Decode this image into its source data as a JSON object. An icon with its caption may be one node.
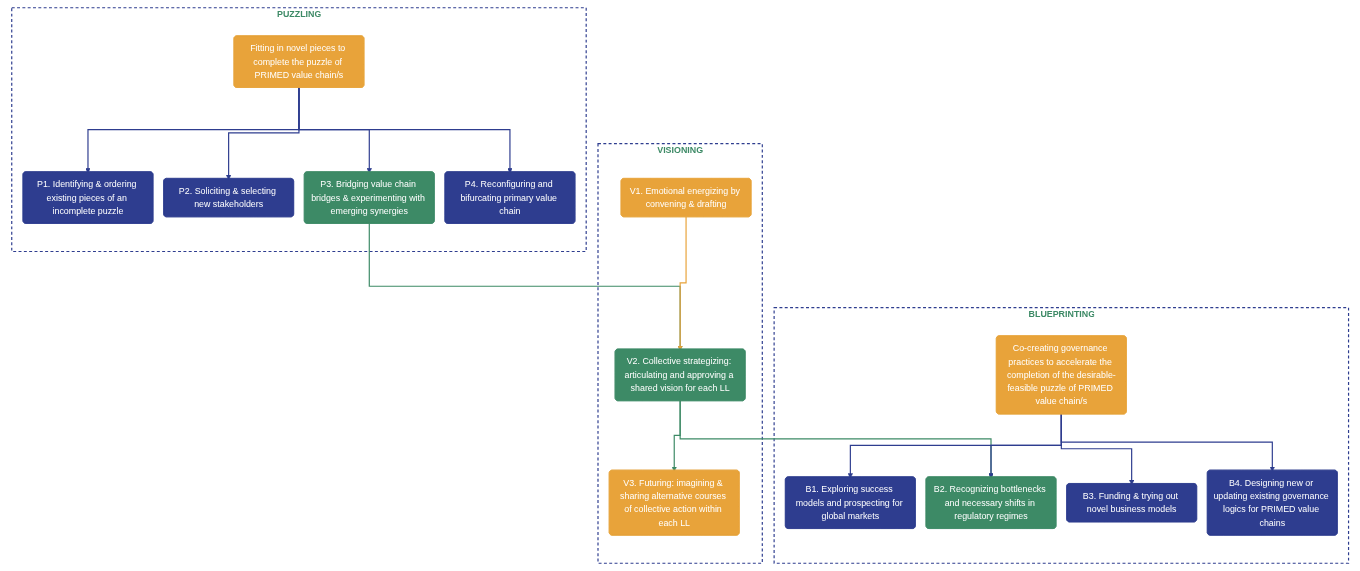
{
  "diagram": {
    "nodes": [
      {
        "text": [
          "PUZZLING"
        ]
      },
      {
        "text": [
          "Fitting in novel pieces to complete the puzzle of PRIMED value chain/s"
        ],
        "in": 0
      },
      {
        "text": [
          "P1. Identifying & ordering existing pieces of an incomplete puzzle"
        ],
        "in": 0
      },
      {
        "text": [
          "P2. Soliciting & selecting new stakeholders"
        ],
        "in": 0
      },
      {
        "text": [
          "P3. Bridging value chain bridges & experimenting with emerging synergies"
        ],
        "in": 0
      },
      {
        "text": [
          "P4. Reconfiguring and bifurcating primary value chain"
        ],
        "in": 0
      },
      {
        "text": [
          "VISIONING"
        ]
      },
      {
        "text": [
          "V1. Emotional energizing by convening & drafting"
        ],
        "in": 6
      },
      {
        "text": [
          "V2. Collective strategizing: articulating and approving a shared vision for each LL"
        ],
        "in": 6
      },
      {
        "text": [
          "V3. Futuring: imagining & sharing alternative courses of collective action within each LL"
        ],
        "in": 6
      },
      {
        "text": [
          "BLUEPRINTING"
        ]
      },
      {
        "text": [
          "B1. Exploring success models and prospecting for global markets"
        ],
        "in": 10
      },
      {
        "text": [
          "B2. Recognizing bottlenecks and necessary shifts in regulatory regimes"
        ],
        "in": 10
      },
      {
        "text": [
          "B3. Funding & trying out novel business models"
        ],
        "in": 10
      },
      {
        "text": [
          "B4. Designing new or updating existing governance logics for PRIMED value chains"
        ],
        "in": 10
      },
      {
        "text": [
          "Co-creating governance practices to accelerate the completion of the desirable-feasible puzzle of PRIMED value chain/s"
        ],
        "in": 10
      }
    ],
    "edges": [
      {
        "from": 1,
        "to": 2,
        "arrow": "to"
      },
      {
        "from": 1,
        "to": 3,
        "arrow": "to"
      },
      {
        "from": 1,
        "to": 4,
        "arrow": "to"
      },
      {
        "from": 1,
        "to": 5,
        "arrow": "to"
      },
      {
        "from": 4,
        "to": 8,
        "arrow": "to",
        "color": "#3d8a66"
      },
      {
        "from": 7,
        "to": 8,
        "arrow": "to",
        "color": "#e8a33a"
      },
      {
        "from": 8,
        "to": 9,
        "arrow": "to",
        "color": "#3d8a66"
      },
      {
        "from": 8,
        "to": 12,
        "arrow": "to",
        "color": "#3d8a66"
      },
      {
        "from": 15,
        "to": 11,
        "arrow": "to"
      },
      {
        "from": 15,
        "to": 12,
        "arrow": "to"
      },
      {
        "from": 15,
        "to": 13,
        "arrow": "to"
      },
      {
        "from": 15,
        "to": 14,
        "arrow": "to"
      }
    ]
  }
}
